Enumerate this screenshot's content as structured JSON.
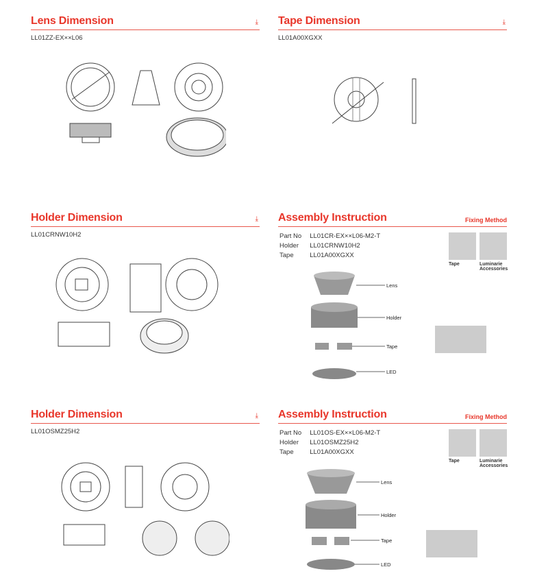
{
  "lens": {
    "title": "Lens Dimension",
    "part": "LL01ZZ-EX××L06"
  },
  "tape": {
    "title": "Tape Dimension",
    "part": "LL01A00XGXX"
  },
  "holder1": {
    "title": "Holder Dimension",
    "part": "LL01CRNW10H2"
  },
  "holder2": {
    "title": "Holder Dimension",
    "part": "LL01OSMZ25H2"
  },
  "asm1": {
    "title": "Assembly Instruction",
    "fixing": "Fixing Method",
    "rows": [
      {
        "k": "Part No",
        "v": "LL01CR-EX××L06-M2-T"
      },
      {
        "k": "Holder",
        "v": "LL01CRNW10H2"
      },
      {
        "k": "Tape",
        "v": "LL01A00XGXX"
      }
    ],
    "thumbs": [
      "Tape",
      "Luminarie Accessories"
    ],
    "labels": [
      "Lens",
      "Holder",
      "Tape",
      "LED"
    ]
  },
  "asm2": {
    "title": "Assembly Instruction",
    "fixing": "Fixing Method",
    "rows": [
      {
        "k": "Part No",
        "v": "LL01OS-EX××L06-M2-T"
      },
      {
        "k": "Holder",
        "v": "LL01OSMZ25H2"
      },
      {
        "k": "Tape",
        "v": "LL01A00XGXX"
      }
    ],
    "thumbs": [
      "Tape",
      "Luminarie Accessories"
    ],
    "labels": [
      "Lens",
      "Holder",
      "Tape",
      "LED"
    ]
  },
  "download_icon": "download-icon",
  "accent": "#e8362a"
}
